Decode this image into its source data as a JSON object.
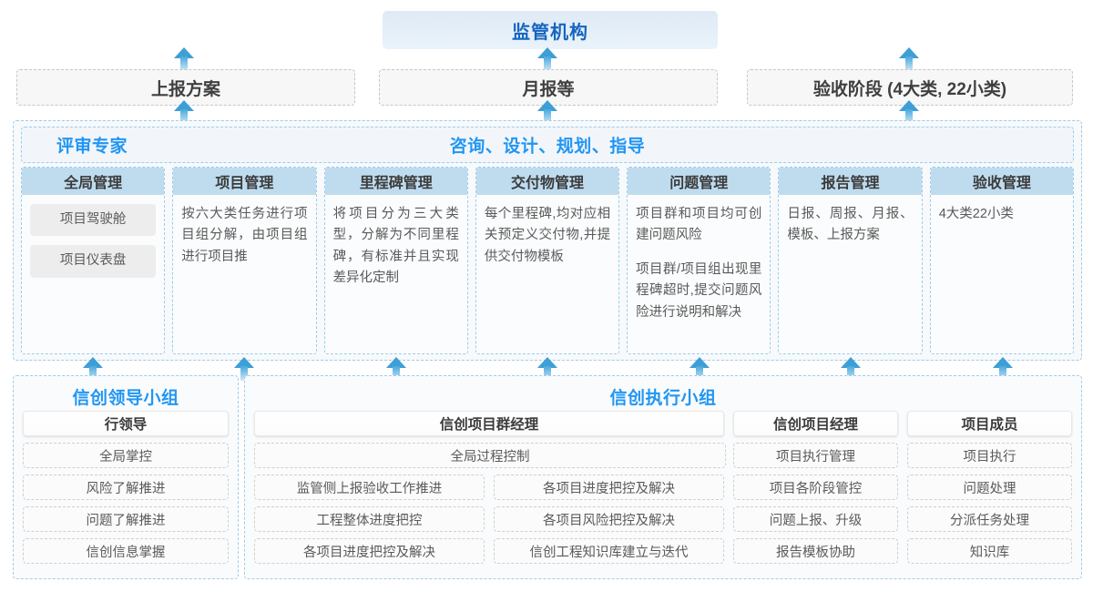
{
  "colors": {
    "accent": "#2196f3",
    "header_fill": "#bfdcef",
    "arrow": "#3e9fd6",
    "panel_border": "#9ccdee"
  },
  "top": {
    "regulator": "监管机构",
    "reports": [
      {
        "label": "上报方案"
      },
      {
        "label": "月报等"
      },
      {
        "label": "验收阶段 (4大类, 22小类)"
      }
    ]
  },
  "middle": {
    "banner_left": "评审专家",
    "banner_center": "咨询、设计、规划、指导",
    "columns": [
      {
        "title": "全局管理",
        "chips": [
          "项目驾驶舱",
          "项目仪表盘"
        ],
        "paragraphs": []
      },
      {
        "title": "项目管理",
        "chips": [],
        "paragraphs": [
          "按六大类任务进行项目组分解，由项目组进行项目推"
        ]
      },
      {
        "title": "里程碑管理",
        "chips": [],
        "paragraphs": [
          "将项目分为三大类型，分解为不同里程碑，有标准并且实现差异化定制"
        ]
      },
      {
        "title": "交付物管理",
        "chips": [],
        "paragraphs": [
          "每个里程碑,均对应相关预定义交付物,并提供交付物模板"
        ]
      },
      {
        "title": "问题管理",
        "chips": [],
        "paragraphs": [
          "项目群和项目均可创建问题风险",
          "项目群/项目组出现里程碑超时,提交问题风险进行说明和解决"
        ]
      },
      {
        "title": "报告管理",
        "chips": [],
        "paragraphs": [
          "日报、周报、月报、模板、上报方案"
        ]
      },
      {
        "title": "验收管理",
        "chips": [],
        "paragraphs": [
          "4大类22小类"
        ]
      }
    ]
  },
  "bottom": {
    "left_group": {
      "title": "信创领导小组",
      "header": "行领导",
      "items": [
        "全局掌控",
        "风险了解推进",
        "问题了解推进",
        "信创信息掌握"
      ]
    },
    "right_group": {
      "title": "信创执行小组",
      "program_manager": {
        "header": "信创项目群经理",
        "full_item": "全局过程控制",
        "rows": [
          {
            "left": "监管侧上报验收工作推进",
            "right": "各项目进度把控及解决"
          },
          {
            "left": "工程整体进度把控",
            "right": "各项目风险把控及解决"
          },
          {
            "left": "各项目进度把控及解决",
            "right": "信创工程知识库建立与迭代"
          }
        ]
      },
      "project_manager": {
        "header": "信创项目经理",
        "items": [
          "项目执行管理",
          "项目各阶段管控",
          "问题上报、升级",
          "报告模板协助"
        ]
      },
      "project_member": {
        "header": "项目成员",
        "items": [
          "项目执行",
          "问题处理",
          "分派任务处理",
          "知识库"
        ]
      }
    }
  }
}
